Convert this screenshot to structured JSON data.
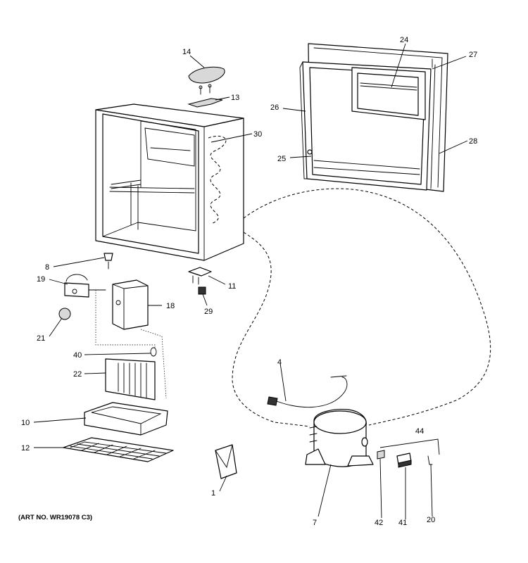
{
  "art_number": "(ART NO. WR19078 C3)",
  "callouts": {
    "p1": "1",
    "p4": "4",
    "p7": "7",
    "p8": "8",
    "p10": "10",
    "p11": "11",
    "p12": "12",
    "p13": "13",
    "p14": "14",
    "p18": "18",
    "p19": "19",
    "p20": "20",
    "p21": "21",
    "p22": "22",
    "p24": "24",
    "p25": "25",
    "p26": "26",
    "p27": "27",
    "p28": "28",
    "p29": "29",
    "p30": "30",
    "p40": "40",
    "p41": "41",
    "p42": "42",
    "p44": "44"
  }
}
